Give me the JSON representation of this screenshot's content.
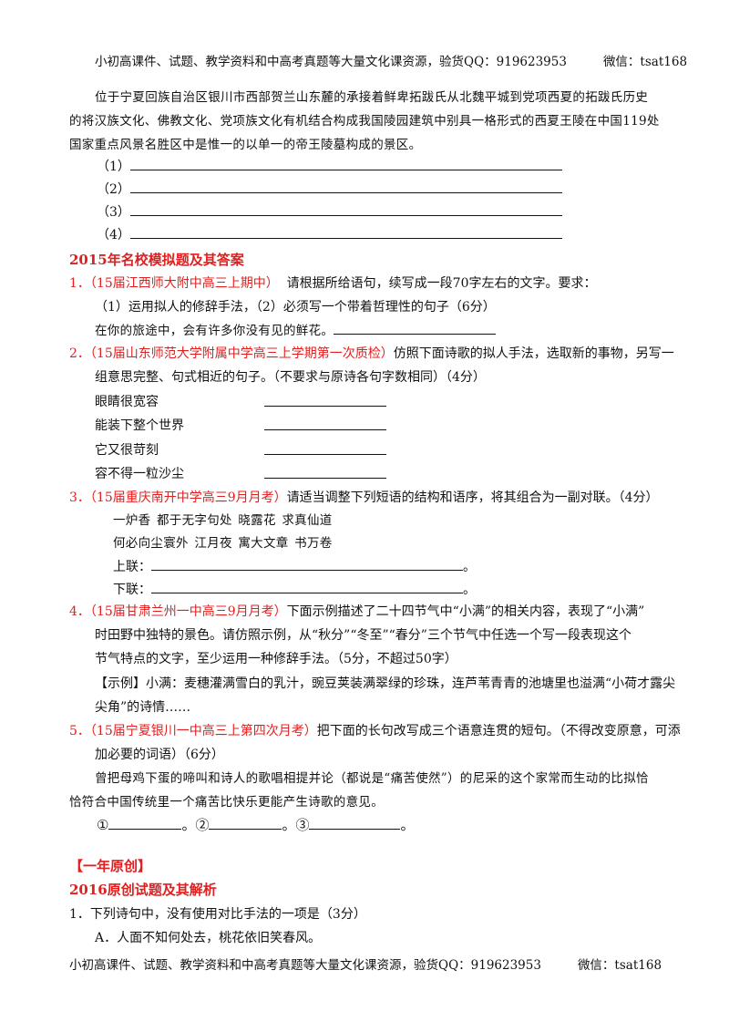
{
  "header": {
    "text": "小初高课件、试题、教学资料和中高考真题等大量文化课资源，验货QQ：919623953",
    "wechat": "微信：tsat168"
  },
  "passage": [
    "位于宁夏回族自治区银川市西部贺兰山东麓的承接着鲜卑拓跋氏从北魏平城到党项西夏的拓跋氏历史",
    "的将汉族文化、佛教文化、党项族文化有机结合构成我国陵园建筑中别具一格形式的西夏王陵在中国119处",
    "国家重点风景名胜区中是惟一的以单一的帝王陵墓构成的景区。"
  ],
  "blanks": [
    "（1）",
    "（2）",
    "（3）",
    "（4）"
  ],
  "section1_title": "2015年名校模拟题及其答案",
  "q1": {
    "num": "1．",
    "source": "（15届江西师大附中高三上期中）",
    "text": "请根据所给语句，续写成一段70字左右的文字。要求：",
    "req": "（1）运用拟人的修辞手法，（2）必须写一个带着哲理性的句子（6分）",
    "sentence": "在你的旅途中，会有许多你没有见的鲜花。"
  },
  "q2": {
    "num": "2．",
    "source": "（15届山东师范大学附属中学高三上学期第一次质检）",
    "text": "仿照下面诗歌的拟人手法，选取新的事物，另写一",
    "line2": "组意思完整、句式相近的句子。（不要求与原诗各句字数相同）（4分）",
    "poem": [
      "眼睛很宽容",
      "能装下整个世界",
      "它又很苛刻",
      "容不得一粒沙尘"
    ]
  },
  "q3": {
    "num": "3．",
    "source": "（15届重庆南开中学高三9月月考）",
    "text": "请适当调整下列短语的结构和语序，将其组合为一副对联。（4分）",
    "phrases1": "一炉香  都于无字句处  晓露花  求真仙道",
    "phrases2": "何必向尘寰外  江月夜  寓大文章  书万卷",
    "upper": "上联：",
    "lower": "下联：",
    "period": "。"
  },
  "q4": {
    "num": "4．",
    "source": "（15届甘肃兰州一中高三9月月考）",
    "text": "下面示例描述了二十四节气中“小满”的相关内容，表现了“小满”",
    "line2": "时田野中独特的景色。请仿照示例，从“秋分”“冬至”“春分”三个节气中任选一个写一段表现这个",
    "line3": "节气特点的文字，至少运用一种修辞手法。（5分，不超过50字）",
    "example1": "【示例】小满：麦穗灌满雪白的乳汁，豌豆荚装满翠绿的珍珠，连芦苇青青的池塘里也溢满“小荷才露尖",
    "example2": "尖角”的诗情……"
  },
  "q5": {
    "num": "5．",
    "source": "（15届宁夏银川一中高三上第四次月考）",
    "text": "把下面的长句改写成三个语意连贯的短句。（不得改变原意，可添",
    "line2": "加必要的词语）（6分）",
    "sentence1": "曾把母鸡下蛋的啼叫和诗人的歌唱相提并论（都说是“痛苦使然”）的尼采的这个家常而生动的比拟恰",
    "sentence2": "恰符合中国传统里一个痛苦比快乐更能产生诗歌的意见。",
    "answers": [
      "①",
      "。②",
      "。③",
      "。"
    ]
  },
  "section2_title": "【一年原创】",
  "section3_title": "2016原创试题及其解析",
  "q6": {
    "text": "1．下列诗句中，没有使用对比手法的一项是（3分）",
    "optA": "A．人面不知何处去，桃花依旧笑春风。"
  },
  "footer": {
    "text": "小初高课件、试题、教学资料和中高考真题等大量文化课资源，验货QQ：919623953",
    "wechat": "微信：tsat168"
  }
}
